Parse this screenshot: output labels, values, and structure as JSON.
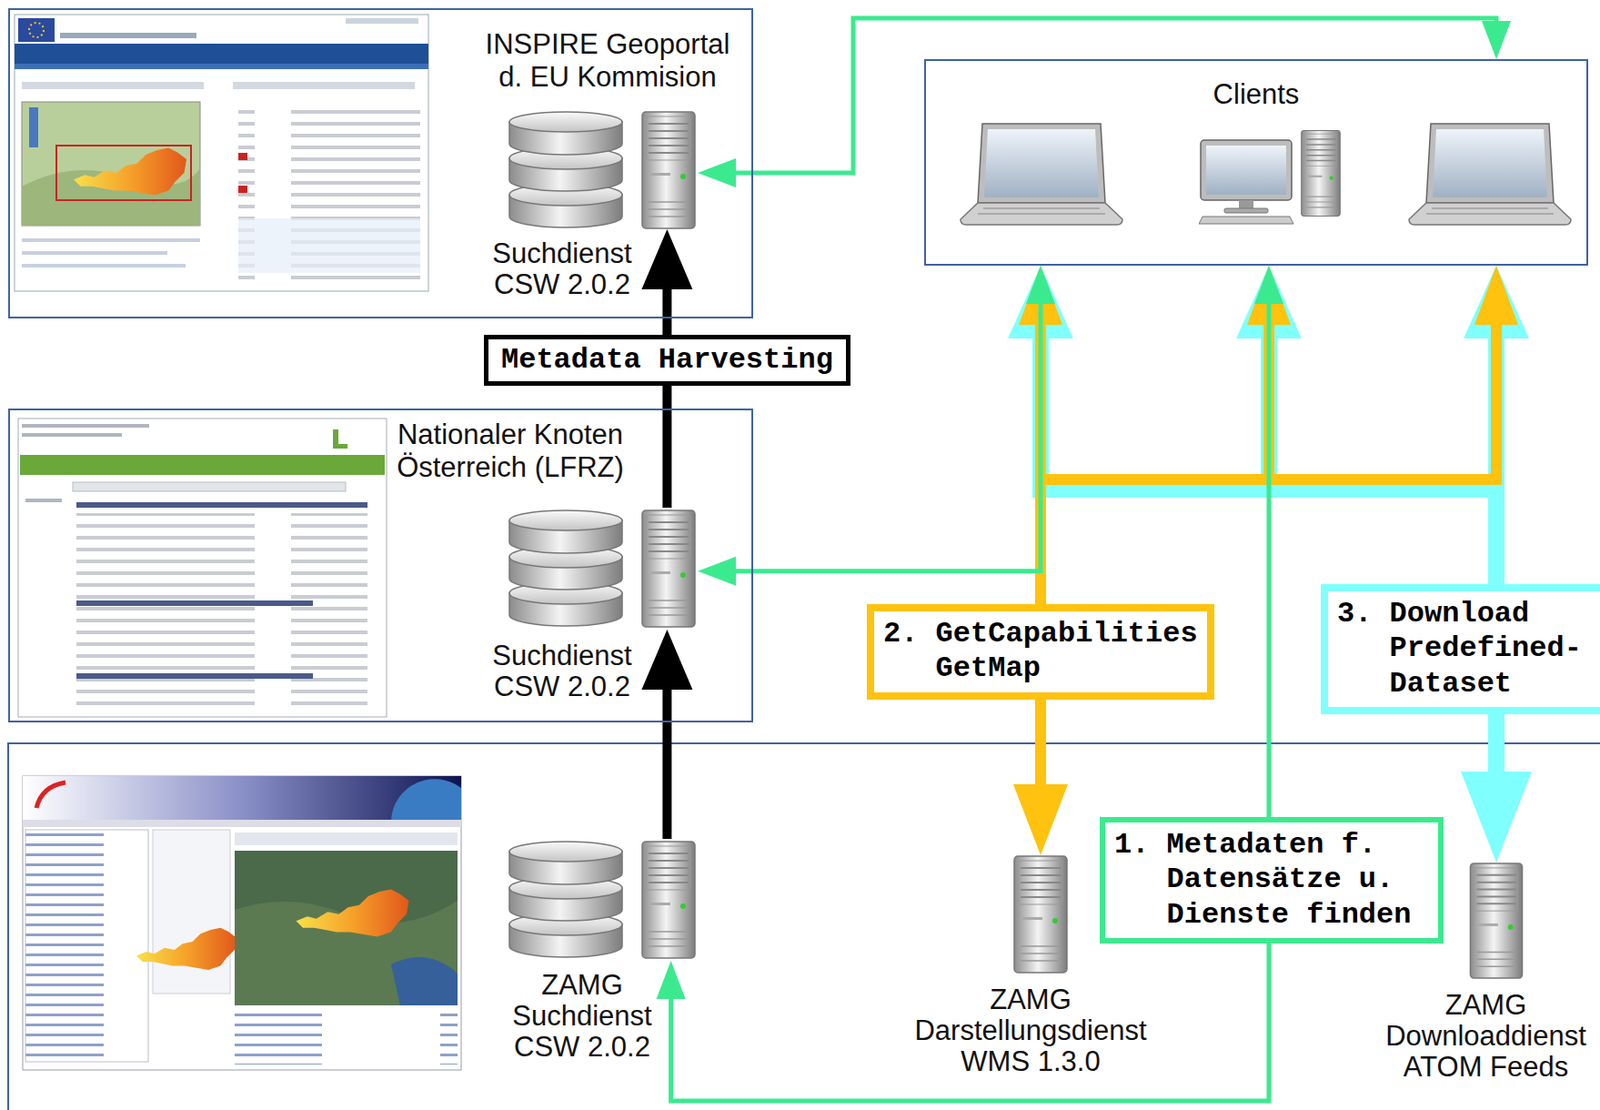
{
  "diagram": {
    "nodes": [
      {
        "text": [
          "INSPIRE Geoportal d. EU Kommision"
        ]
      },
      {
        "text": [
          "Suchdienst CSW 2.0.2"
        ],
        "in": 0
      },
      {
        "text": [
          "Nationaler Knoten Österreich (LFRZ)"
        ]
      },
      {
        "text": [
          "Suchdienst CSW 2.0.2"
        ],
        "in": 2
      },
      {
        "text": [
          "Clients"
        ]
      },
      {
        "text": [
          "ZAMG Suchdienst CSW 2.0.2"
        ]
      },
      {
        "text": [
          "ZAMG Darstellungsdienst WMS 1.3.0"
        ]
      },
      {
        "text": [
          "ZAMG Downloaddienst ATOM Feeds"
        ]
      }
    ],
    "edges": [
      {
        "from": 5,
        "to": 3,
        "arrow": "to"
      },
      {
        "from": 3,
        "to": 1,
        "arrow": "to",
        "label": "Metadata Harvesting"
      },
      {
        "from": 4,
        "to": 1,
        "arrow": "both"
      },
      {
        "from": 4,
        "to": 3,
        "arrow": "both"
      },
      {
        "from": 4,
        "to": 5,
        "arrow": "both",
        "label": "1. Metadaten f. Datensätze u. Dienste finden"
      },
      {
        "from": 4,
        "to": 6,
        "arrow": "both",
        "label": "2. GetCapabilities GetMap"
      },
      {
        "from": 4,
        "to": 7,
        "arrow": "both",
        "label": "3. Download Predefined-Dataset"
      }
    ]
  }
}
